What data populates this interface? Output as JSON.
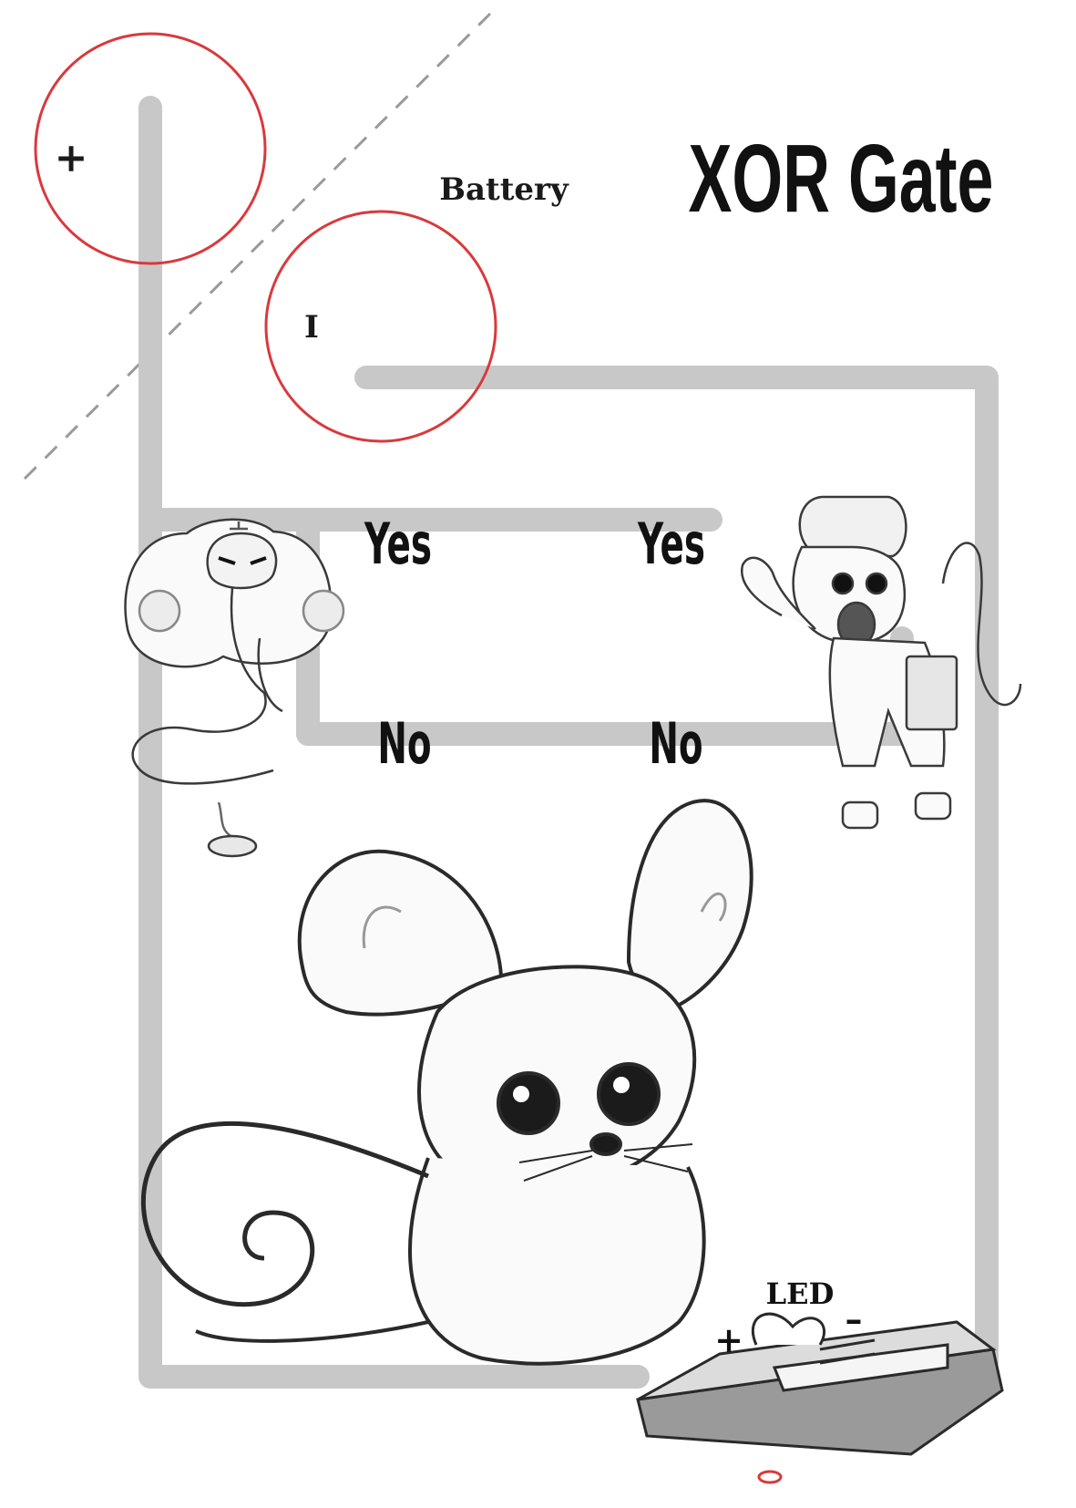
{
  "title": "XOR Gate",
  "battery": {
    "label": "Battery",
    "plus_sign": "+",
    "minus_sign": "I"
  },
  "switches": {
    "left_yes": "Yes",
    "right_yes": "Yes",
    "left_no": "No",
    "right_no": "No"
  },
  "led": {
    "label": "LED",
    "plus_sign": "+",
    "minus_sign": "–"
  },
  "characters": [
    "cobra-with-lamp",
    "mail-carrier-cat",
    "mouse",
    "mousetrap"
  ],
  "colors": {
    "wire": "#c8c8c8",
    "battery_outline": "#d9393c",
    "ink": "#1a1a1a"
  }
}
